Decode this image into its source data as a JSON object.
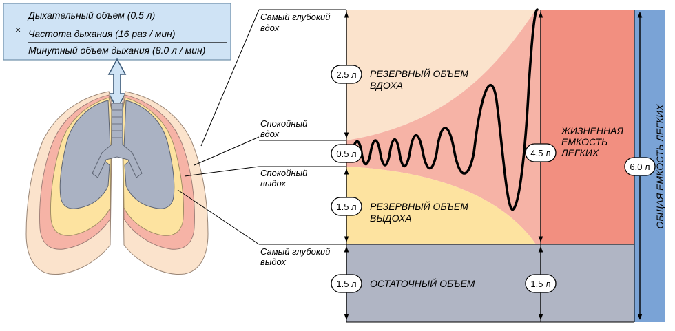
{
  "formula": {
    "tidal_volume": "Дыхательный объем (0.5 л)",
    "multiply_sign": "×",
    "breathing_rate": "Частота дыхания (16 раз / мин)",
    "minute_volume": "Минутный объем дыхания (8.0 л / мин)"
  },
  "levels": {
    "max_inhale": [
      "Самый глубокий",
      "вдох"
    ],
    "quiet_inhale": [
      "Спокойный",
      "вдох"
    ],
    "quiet_exhale": [
      "Спокойный",
      "выдох"
    ],
    "max_exhale": [
      "Самый глубокий",
      "выдох"
    ]
  },
  "regions": {
    "inspiratory_reserve": {
      "lines": [
        "РЕЗЕРВНЫЙ ОБЪЕМ",
        "ВДОХА"
      ],
      "value": "2.5 л"
    },
    "tidal": {
      "value": "0.5 л"
    },
    "expiratory_reserve": {
      "lines": [
        "РЕЗЕРВНЫЙ ОБЪЕМ",
        "ВЫДОХА"
      ],
      "value": "1.5 л"
    },
    "residual": {
      "label": "ОСТАТОЧНЫЙ ОБЪЕМ",
      "value": "1.5 л",
      "value_right": "1.5 л"
    },
    "vital_capacity": {
      "lines": [
        "ЖИЗНЕННАЯ",
        "ЕМКОСТЬ",
        "ЛЕГКИХ"
      ],
      "value": "4.5 л"
    },
    "total_capacity": {
      "label": "ОБЩАЯ ЕМКОСТЬ ЛЕГКИХ",
      "value": "6.0 л"
    }
  },
  "colors": {
    "inspiratory_reserve": "#fbe3cc",
    "tidal_band": "#f6b3a6",
    "expiratory_reserve": "#fde3a0",
    "residual": "#b0b5c4",
    "vital_capacity": "#f28f80",
    "total_capacity": "#7aa3d6",
    "formula_box": "#cfe3f5",
    "lung": "#aab2c3"
  }
}
